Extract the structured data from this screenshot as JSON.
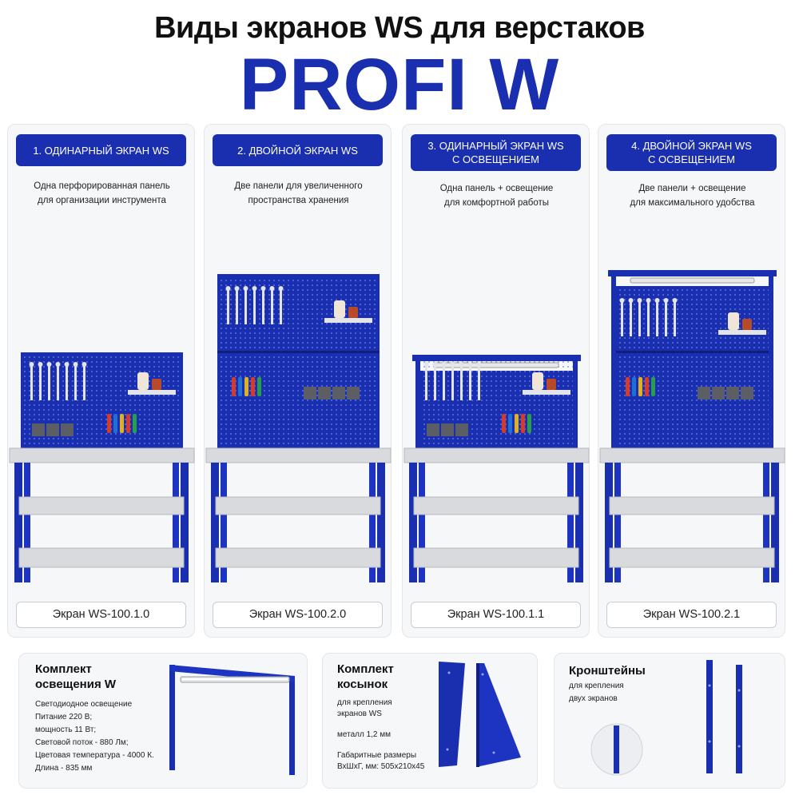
{
  "header": {
    "title": "Виды экранов WS для верстаков",
    "subtitle": "PROFI W"
  },
  "colors": {
    "brand_blue": "#1a2fb0",
    "metal_grey": "#d9dadd",
    "card_bg": "#f6f7f9"
  },
  "cards": [
    {
      "title": "1. ОДИНАРНЫЙ ЭКРАН WS",
      "desc": "Одна перфорированная панель\nдля организации инструмента",
      "label": "Экран WS-100.1.0"
    },
    {
      "title": "2. ДВОЙНОЙ ЭКРАН WS",
      "desc": "Две панели для увеличенного\nпространства хранения",
      "label": "Экран WS-100.2.0"
    },
    {
      "title": "3. ОДИНАРНЫЙ ЭКРАН WS\nС ОСВЕЩЕНИЕМ",
      "desc": "Одна панель + освещение\nдля комфортной работы",
      "label": "Экран WS-100.1.1"
    },
    {
      "title": "4. ДВОЙНОЙ ЭКРАН WS\nС ОСВЕЩЕНИЕМ",
      "desc": "Две панели + освещение\nдля максимального удобства",
      "label": "Экран WS-100.2.1"
    }
  ],
  "bottom": {
    "lighting": {
      "title": "Комплект\nосвещения W",
      "lines": [
        "Светодиодное освещение",
        "Питание 220 В;",
        "мощность 11 Вт;",
        "Световой поток - 880 Лм;",
        "Цветовая температура - 4000 К.",
        "Длина - 835 мм"
      ]
    },
    "gussets": {
      "title": "Комплект\nкосынок",
      "line1": "для крепления",
      "line2": "экранов WS",
      "line3": "металл 1,2 мм",
      "line4": "Габаритные размеры",
      "line5": "ВхШхГ, мм: 505х210х45"
    },
    "brackets": {
      "title": "Кронштейны",
      "line1": "для крепления",
      "line2": "двух экранов"
    }
  }
}
